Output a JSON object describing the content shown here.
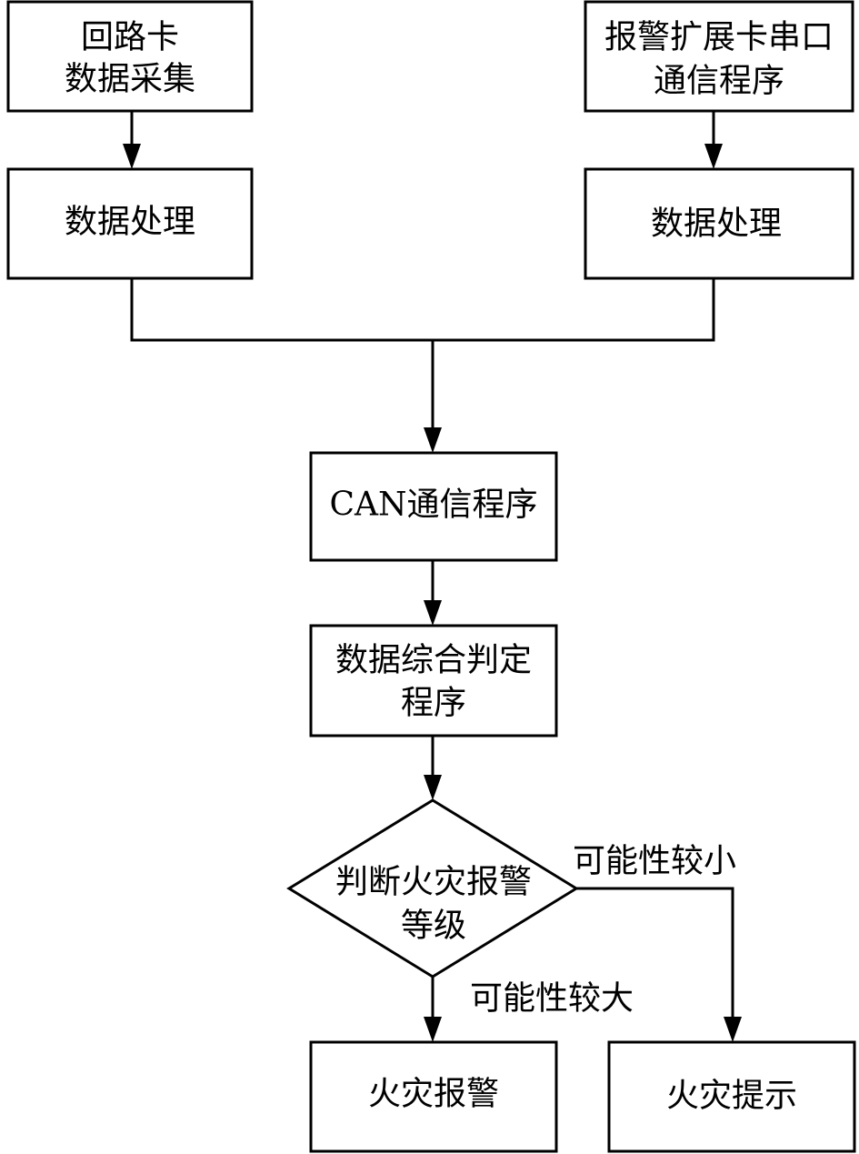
{
  "nodes": {
    "loop_card": {
      "line1": "回路卡",
      "line2": "数据采集"
    },
    "alarm_card": {
      "line1": "报警扩展卡串口",
      "line2": "通信程序"
    },
    "process_left": {
      "text": "数据处理"
    },
    "process_right": {
      "text": "数据处理"
    },
    "can": {
      "text": "CAN通信程序"
    },
    "judge": {
      "line1": "数据综合判定",
      "line2": "程序"
    },
    "decision": {
      "line1": "判断火灾报警",
      "line2": "等级"
    },
    "fire_alarm": {
      "text": "火灾报警"
    },
    "fire_hint": {
      "text": "火灾提示"
    }
  },
  "edges": {
    "low_probability": "可能性较小",
    "high_probability": "可能性较大"
  }
}
